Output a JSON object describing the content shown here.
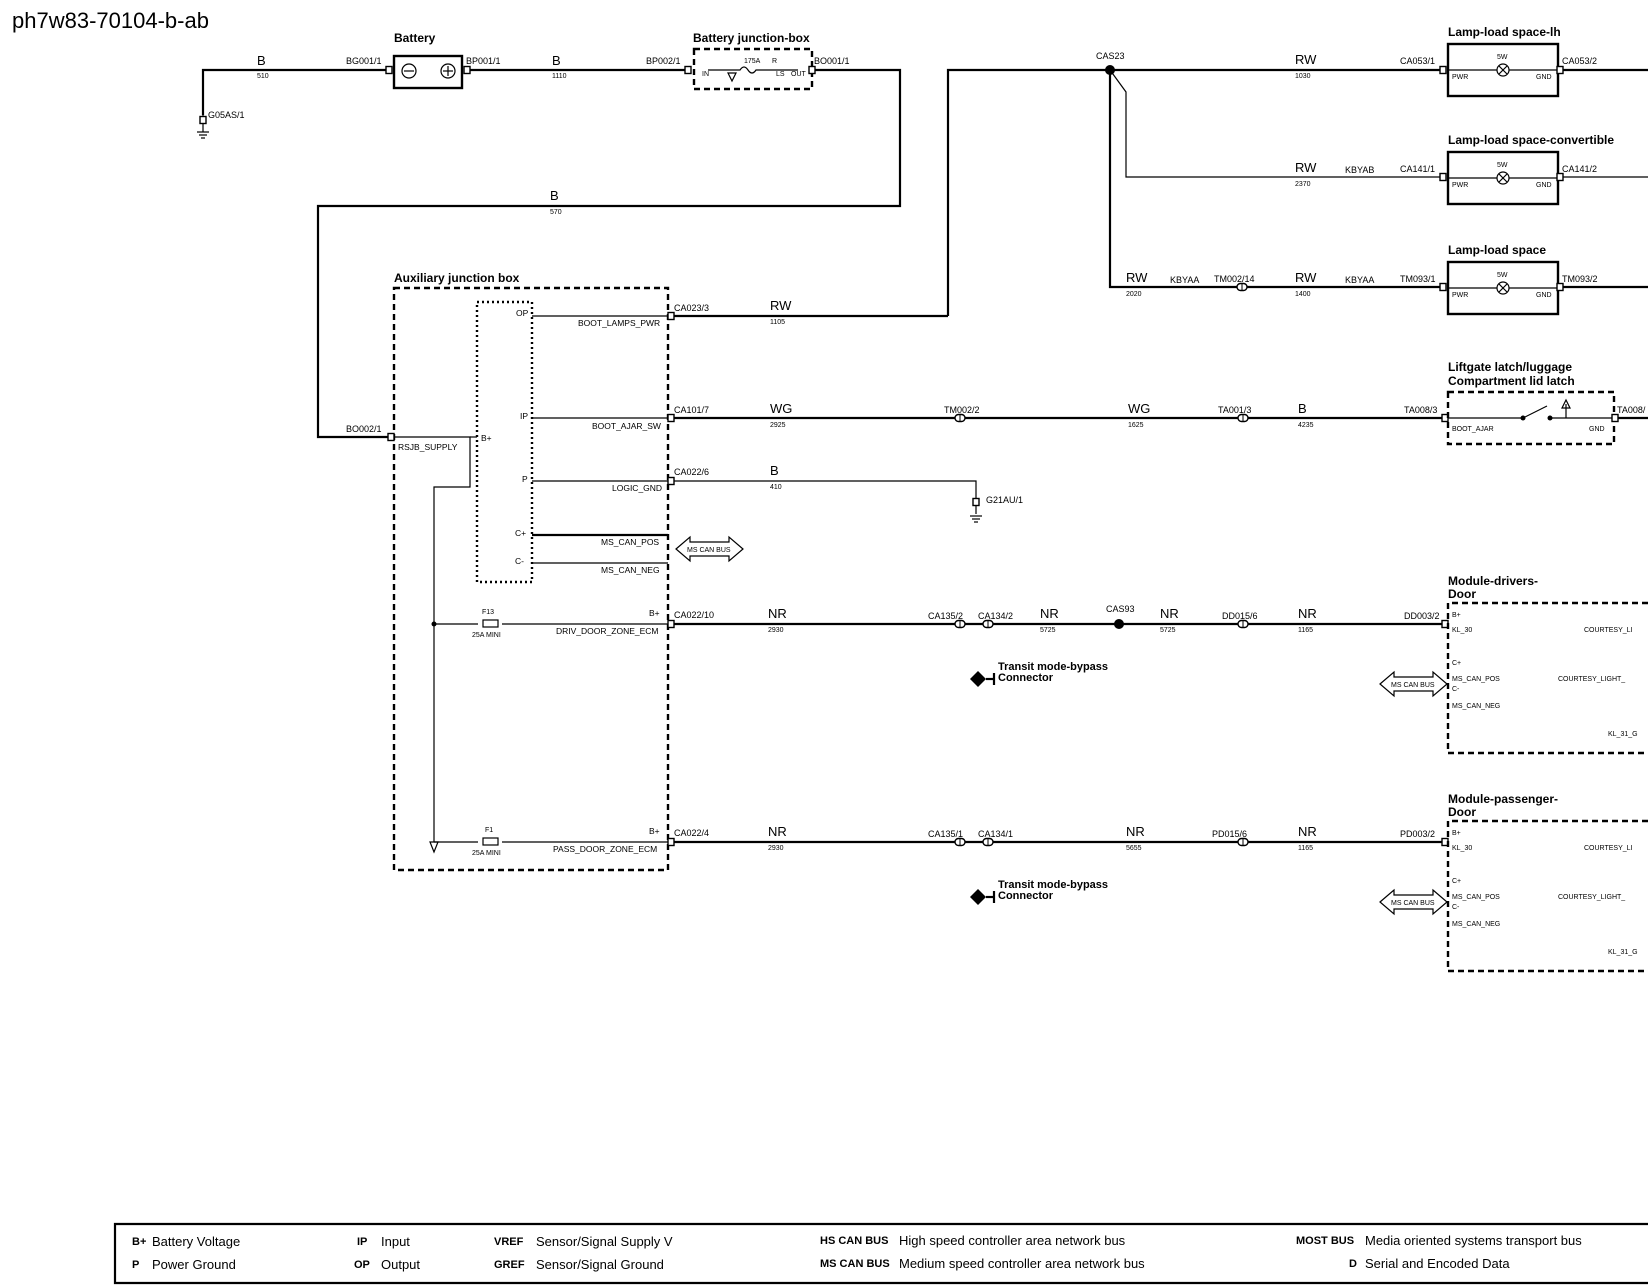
{
  "doc_id": "ph7w83-70104-b-ab",
  "components": {
    "battery": "Battery",
    "battery_jbox": "Battery junction-box",
    "aux_jbox": "Auxiliary junction box",
    "lamp_lh": "Lamp-load space-lh",
    "lamp_conv": "Lamp-load space-convertible",
    "lamp_space": "Lamp-load space",
    "latch_l1": "Liftgate latch/luggage",
    "latch_l2": "Compartment lid latch",
    "mod_drv_l1": "Module-drivers-",
    "mod_drv_l2": "Door",
    "mod_pass_l1": "Module-passenger-",
    "mod_pass_l2": "Door",
    "transit1_l1": "Transit mode-bypass",
    "transit1_l2": "Connector",
    "transit2_l1": "Transit mode-bypass",
    "transit2_l2": "Connector"
  },
  "connectors": {
    "bg001": "BG001/1",
    "bp001": "BP001/1",
    "bp002": "BP002/1",
    "bo001": "BO001/1",
    "g05as": "G05AS/1",
    "bo002": "BO002/1",
    "cas23": "CAS23",
    "ca053_1": "CA053/1",
    "ca053_2": "CA053/2",
    "ca141_1": "CA141/1",
    "ca141_2": "CA141/2",
    "tm002_14": "TM002/14",
    "tm093_1": "TM093/1",
    "tm093_2": "TM093/2",
    "ca023_3": "CA023/3",
    "ca101_7": "CA101/7",
    "tm002_2": "TM002/2",
    "ta001_3": "TA001/3",
    "ta008_3": "TA008/3",
    "ta008_x": "TA008/",
    "ca022_6": "CA022/6",
    "g21au": "G21AU/1",
    "ca022_10": "CA022/10",
    "ca135_2": "CA135/2",
    "ca134_2": "CA134/2",
    "cas93": "CAS93",
    "dd015_6": "DD015/6",
    "dd003_2": "DD003/2",
    "ca022_4": "CA022/4",
    "ca135_1": "CA135/1",
    "ca134_1": "CA134/1",
    "pd015_6": "PD015/6",
    "pd003_2": "PD003/2"
  },
  "wires": {
    "w_b_510": {
      "color": "B",
      "circuit": "510"
    },
    "w_b_1110": {
      "color": "B",
      "circuit": "1110"
    },
    "w_b_570": {
      "color": "B",
      "circuit": "570"
    },
    "w_rw_1030": {
      "color": "RW",
      "circuit": "1030"
    },
    "w_rw_2370": {
      "color": "RW",
      "circuit": "2370"
    },
    "w_rw_2020": {
      "color": "RW",
      "circuit": "2020"
    },
    "w_rw_1400": {
      "color": "RW",
      "circuit": "1400"
    },
    "w_rw_1105": {
      "color": "RW",
      "circuit": "1105"
    },
    "w_wg_2925": {
      "color": "WG",
      "circuit": "2925"
    },
    "w_wg_1625": {
      "color": "WG",
      "circuit": "1625"
    },
    "w_b_4235": {
      "color": "B",
      "circuit": "4235"
    },
    "w_b_410": {
      "color": "B",
      "circuit": "410"
    },
    "w_nr_2930a": {
      "color": "NR",
      "circuit": "2930"
    },
    "w_nr_5725a": {
      "color": "NR",
      "circuit": "5725"
    },
    "w_nr_5725b": {
      "color": "NR",
      "circuit": "5725"
    },
    "w_nr_1165a": {
      "color": "NR",
      "circuit": "1165"
    },
    "w_nr_2930b": {
      "color": "NR",
      "circuit": "2930"
    },
    "w_nr_5655": {
      "color": "NR",
      "circuit": "5655"
    },
    "w_nr_1165b": {
      "color": "NR",
      "circuit": "1165"
    }
  },
  "splice_codes": {
    "kbyab": "KBYAB",
    "kbyaa1": "KBYAA",
    "kbyaa2": "KBYAA"
  },
  "fuses": {
    "main": {
      "rating": "175A",
      "label": "R",
      "in": "IN",
      "ls": "LS",
      "out": "OUT"
    },
    "f13": {
      "name": "F13",
      "rating": "25A MINI"
    },
    "f1": {
      "name": "F1",
      "rating": "25A MINI"
    }
  },
  "lamps": {
    "watts": "5W",
    "pwr": "PWR",
    "gnd": "GND"
  },
  "aux_pins": {
    "op": "OP",
    "ip": "IP",
    "p": "P",
    "cpos": "C+",
    "cneg": "C-",
    "bplus_int": "B+",
    "b1": "B+",
    "b2": "B+",
    "boot_lamps": "BOOT_LAMPS_PWR",
    "boot_ajar": "BOOT_AJAR_SW",
    "logic_gnd": "LOGIC_GND",
    "ms_can_pos": "MS_CAN_POS",
    "ms_can_neg": "MS_CAN_NEG",
    "drv_zone": "DRIV_DOOR_ZONE_ECM",
    "pass_zone": "PASS_DOOR_ZONE_ECM",
    "rsjb_supply": "RSJB_SUPPLY"
  },
  "latch_pins": {
    "boot_ajar": "BOOT_AJAR",
    "gnd": "GND"
  },
  "bus_label": "MS CAN BUS",
  "door_pins": {
    "bplus": "B+",
    "kl30": "KL_30",
    "cplus": "C+",
    "ms_can_pos": "MS_CAN_POS",
    "cminus": "C-",
    "ms_can_neg": "MS_CAN_NEG",
    "courtesy_li": "COURTESY_LI",
    "courtesy_light": "COURTESY_LIGHT_",
    "kl31": "KL_31_G"
  },
  "legend": [
    {
      "key": "B+",
      "text": "Battery Voltage"
    },
    {
      "key": "P",
      "text": "Power Ground"
    },
    {
      "key": "IP",
      "text": "Input"
    },
    {
      "key": "OP",
      "text": "Output"
    },
    {
      "key": "VREF",
      "text": "Sensor/Signal Supply V"
    },
    {
      "key": "GREF",
      "text": "Sensor/Signal Ground"
    },
    {
      "key": "HS CAN BUS",
      "text": "High speed controller area network bus"
    },
    {
      "key": "MS CAN BUS",
      "text": "Medium speed controller area network bus"
    },
    {
      "key": "MOST BUS",
      "text": "Media oriented systems transport bus"
    },
    {
      "key": "D",
      "text": "Serial and Encoded Data"
    }
  ]
}
